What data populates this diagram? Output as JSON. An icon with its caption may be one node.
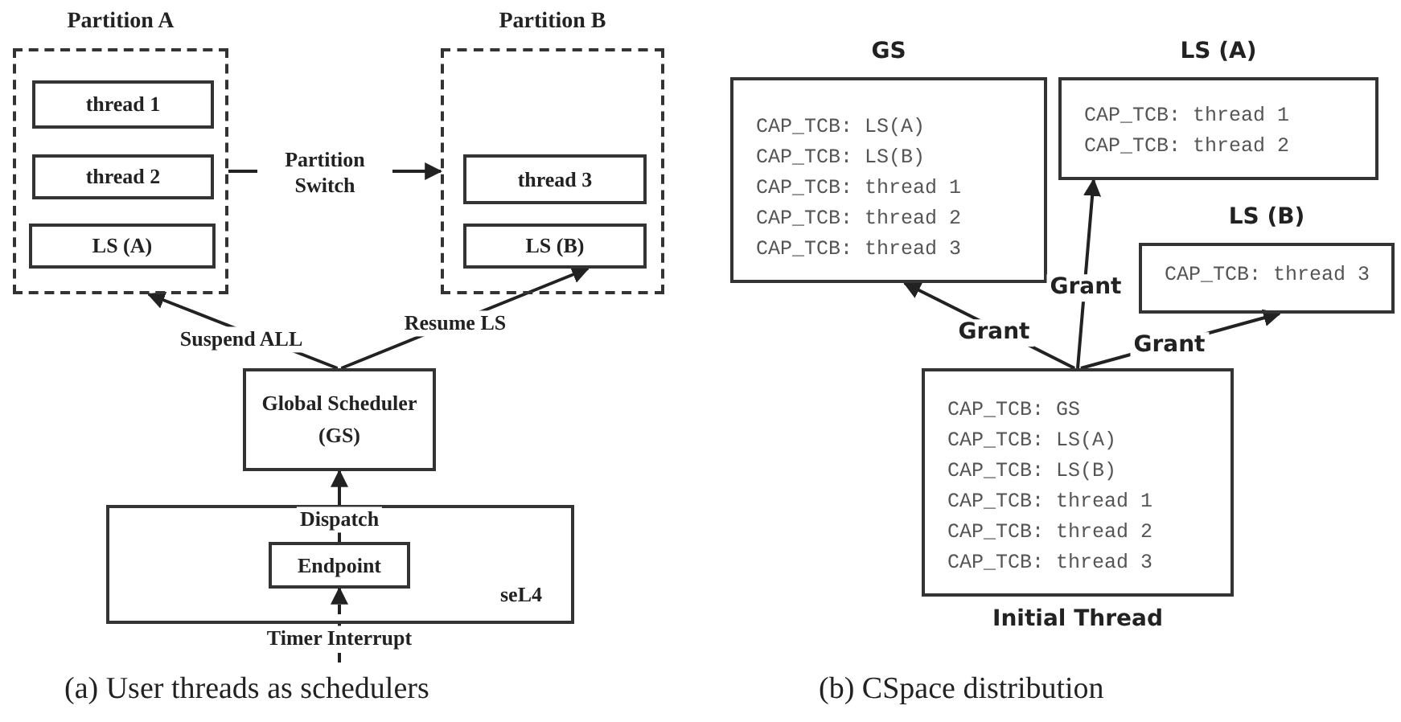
{
  "diagram": {
    "nodes": [
      {
        "text": [
          "Partition A"
        ]
      },
      {
        "text": [
          "thread 1"
        ],
        "in": 0
      },
      {
        "text": [
          "thread 2"
        ],
        "in": 0
      },
      {
        "text": [
          "LS (A)"
        ],
        "in": 0
      },
      {
        "text": [
          "Partition B"
        ]
      },
      {
        "text": [
          "thread 3"
        ],
        "in": 4
      },
      {
        "text": [
          "LS (B)"
        ],
        "in": 4
      },
      {
        "text": [
          "Global Scheduler (GS)"
        ]
      },
      {
        "text": [
          "seL4"
        ]
      },
      {
        "text": [
          "Endpoint"
        ],
        "in": 8
      },
      {
        "text": [
          "GS",
          "CAP_TCB: LS(A)",
          "CAP_TCB: LS(B)",
          "CAP_TCB: thread 1",
          "CAP_TCB: thread 2",
          "CAP_TCB: thread 3"
        ]
      },
      {
        "text": [
          "LS (A)",
          "CAP_TCB: thread 1",
          "CAP_TCB: thread 2"
        ]
      },
      {
        "text": [
          "LS (B)",
          "CAP_TCB: thread 3"
        ]
      },
      {
        "text": [
          "CAP_TCB: GS",
          "CAP_TCB: LS(A)",
          "CAP_TCB: LS(B)",
          "CAP_TCB: thread 1",
          "CAP_TCB: thread 2",
          "CAP_TCB: thread 3",
          "Initial Thread"
        ]
      }
    ],
    "edges": [
      {
        "from": 0,
        "to": 4,
        "arrow": "to",
        "label": "Partition Switch"
      },
      {
        "from": 7,
        "to": 0,
        "arrow": "to",
        "label": "Suspend ALL"
      },
      {
        "from": 7,
        "to": 6,
        "arrow": "to",
        "label": "Resume LS"
      },
      {
        "from": 9,
        "to": 7,
        "arrow": "to",
        "label": "Dispatch"
      },
      {
        "from": null,
        "to": 9,
        "arrow": "to",
        "label": "Timer Interrupt",
        "style": "dashed"
      },
      {
        "from": 13,
        "to": 10,
        "arrow": "to",
        "label": "Grant"
      },
      {
        "from": 13,
        "to": 11,
        "arrow": "to",
        "label": "Grant"
      },
      {
        "from": 13,
        "to": 12,
        "arrow": "to",
        "label": "Grant"
      }
    ],
    "labels": [
      "(a) User threads as schedulers",
      "(b) CSpace distribution"
    ]
  }
}
